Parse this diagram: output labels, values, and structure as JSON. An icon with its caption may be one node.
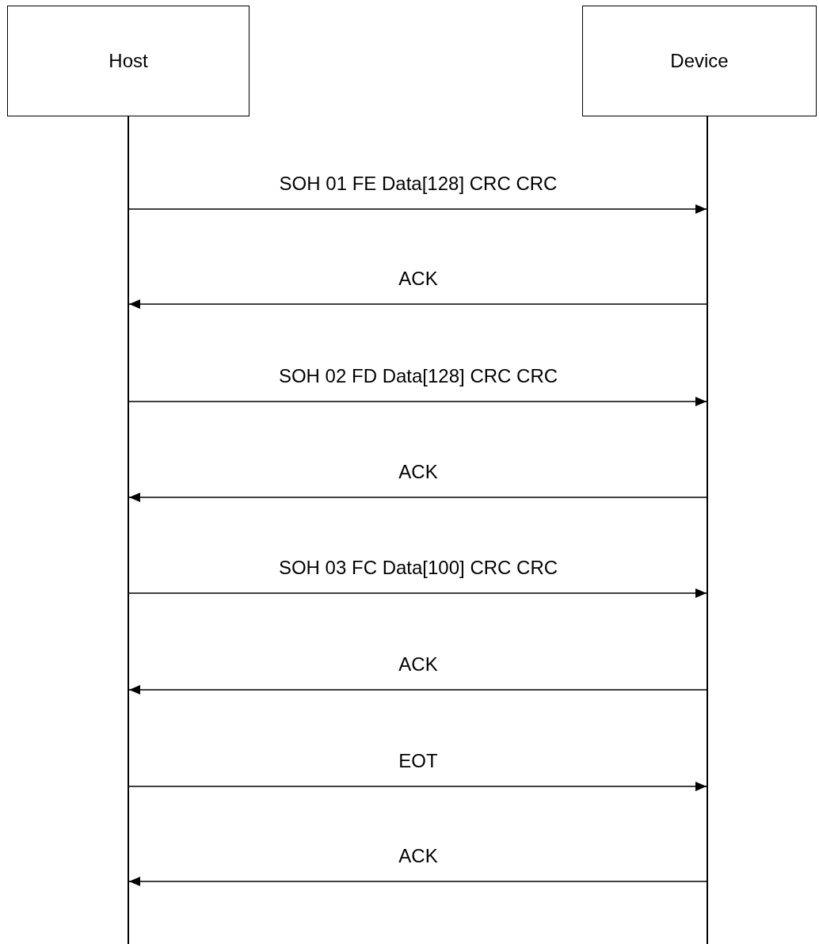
{
  "diagram": {
    "nodes": [
      {
        "text": [
          "Host"
        ]
      },
      {
        "text": [
          "Device"
        ]
      },
      {
        "text": [],
        "shape": "line"
      },
      {
        "text": [],
        "shape": "line"
      }
    ],
    "edges": [
      {
        "from": 2,
        "to": 3,
        "arrow": "to",
        "label": "SOH 01 FE Data[128] CRC CRC"
      },
      {
        "from": 3,
        "to": 2,
        "arrow": "to",
        "label": "ACK"
      },
      {
        "from": 2,
        "to": 3,
        "arrow": "to",
        "label": "SOH 02 FD Data[128] CRC CRC"
      },
      {
        "from": 3,
        "to": 2,
        "arrow": "to",
        "label": "ACK"
      },
      {
        "from": 2,
        "to": 3,
        "arrow": "to",
        "label": "SOH 03 FC Data[100] CRC CRC"
      },
      {
        "from": 3,
        "to": 2,
        "arrow": "to",
        "label": "ACK"
      },
      {
        "from": 2,
        "to": 3,
        "arrow": "to",
        "label": "EOT"
      },
      {
        "from": 3,
        "to": 2,
        "arrow": "to",
        "label": "ACK"
      }
    ]
  }
}
